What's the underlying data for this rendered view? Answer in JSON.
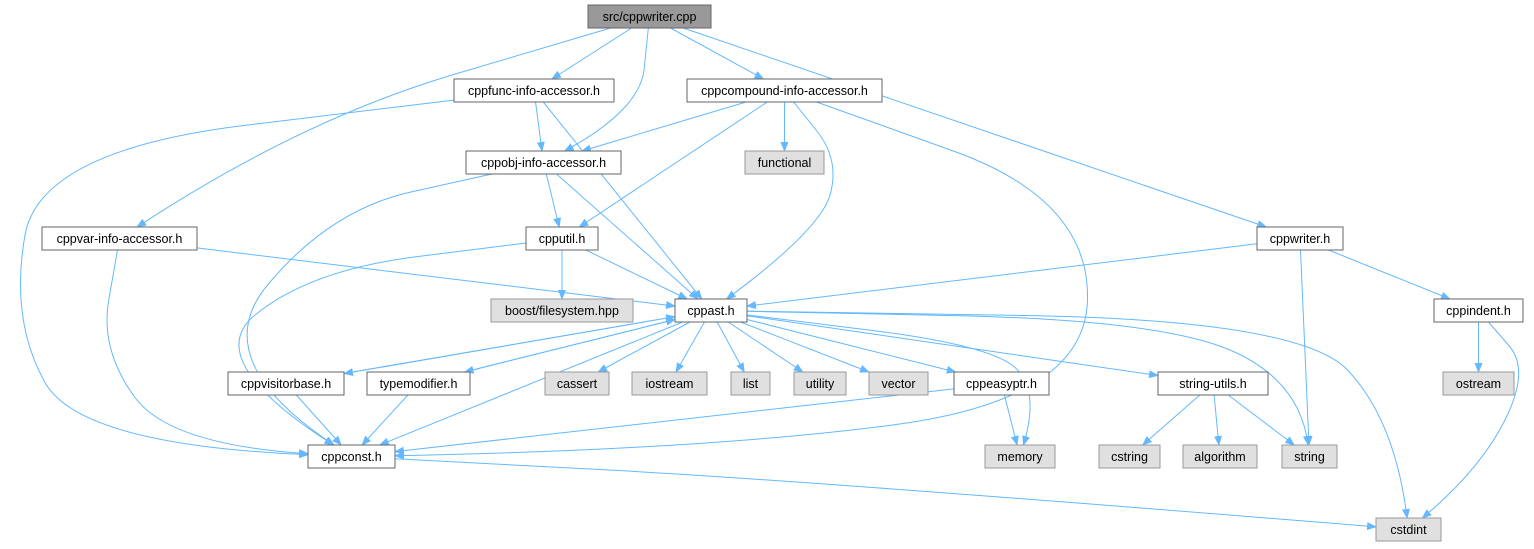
{
  "colors": {
    "root_fill": "#999999",
    "local_fill": "#ffffff",
    "system_fill": "#e0e0e0",
    "local_stroke": "#666666",
    "system_stroke": "#999999",
    "root_stroke": "#666666",
    "edge": "#63b8ff",
    "text": "#000000"
  },
  "nodes": [
    {
      "id": "src_cppwriter_cpp",
      "label": "src/cppwriter.cpp",
      "kind": "root"
    },
    {
      "id": "cppfunc_info_accessor_h",
      "label": "cppfunc-info-accessor.h",
      "kind": "local"
    },
    {
      "id": "cppcompound_info_accessor_h",
      "label": "cppcompound-info-accessor.h",
      "kind": "local"
    },
    {
      "id": "cppobj_info_accessor_h",
      "label": "cppobj-info-accessor.h",
      "kind": "local"
    },
    {
      "id": "functional",
      "label": "functional",
      "kind": "system"
    },
    {
      "id": "cppvar_info_accessor_h",
      "label": "cppvar-info-accessor.h",
      "kind": "local"
    },
    {
      "id": "cpputil_h",
      "label": "cpputil.h",
      "kind": "local"
    },
    {
      "id": "cppwriter_h",
      "label": "cppwriter.h",
      "kind": "local"
    },
    {
      "id": "boost_filesystem_hpp",
      "label": "boost/filesystem.hpp",
      "kind": "system"
    },
    {
      "id": "cppast_h",
      "label": "cppast.h",
      "kind": "local"
    },
    {
      "id": "cppindent_h",
      "label": "cppindent.h",
      "kind": "local"
    },
    {
      "id": "cppvisitorbase_h",
      "label": "cppvisitorbase.h",
      "kind": "local"
    },
    {
      "id": "typemodifier_h",
      "label": "typemodifier.h",
      "kind": "local"
    },
    {
      "id": "cassert",
      "label": "cassert",
      "kind": "system"
    },
    {
      "id": "iostream",
      "label": "iostream",
      "kind": "system"
    },
    {
      "id": "list",
      "label": "list",
      "kind": "system"
    },
    {
      "id": "utility",
      "label": "utility",
      "kind": "system"
    },
    {
      "id": "vector",
      "label": "vector",
      "kind": "system"
    },
    {
      "id": "cppeasyptr_h",
      "label": "cppeasyptr.h",
      "kind": "local"
    },
    {
      "id": "string_utils_h",
      "label": "string-utils.h",
      "kind": "local"
    },
    {
      "id": "ostream",
      "label": "ostream",
      "kind": "system"
    },
    {
      "id": "cppconst_h",
      "label": "cppconst.h",
      "kind": "local"
    },
    {
      "id": "memory",
      "label": "memory",
      "kind": "system"
    },
    {
      "id": "cstring",
      "label": "cstring",
      "kind": "system"
    },
    {
      "id": "algorithm",
      "label": "algorithm",
      "kind": "system"
    },
    {
      "id": "string",
      "label": "string",
      "kind": "system"
    },
    {
      "id": "cstdint",
      "label": "cstdint",
      "kind": "system"
    }
  ],
  "edges": [
    [
      "src_cppwriter_cpp",
      "cppfunc_info_accessor_h"
    ],
    [
      "src_cppwriter_cpp",
      "cppcompound_info_accessor_h"
    ],
    [
      "src_cppwriter_cpp",
      "cppobj_info_accessor_h"
    ],
    [
      "src_cppwriter_cpp",
      "cppvar_info_accessor_h"
    ],
    [
      "src_cppwriter_cpp",
      "cppwriter_h"
    ],
    [
      "cppfunc_info_accessor_h",
      "cppobj_info_accessor_h"
    ],
    [
      "cppfunc_info_accessor_h",
      "cppast_h"
    ],
    [
      "cppfunc_info_accessor_h",
      "cppconst_h"
    ],
    [
      "cppcompound_info_accessor_h",
      "cppobj_info_accessor_h"
    ],
    [
      "cppcompound_info_accessor_h",
      "functional"
    ],
    [
      "cppcompound_info_accessor_h",
      "cpputil_h"
    ],
    [
      "cppcompound_info_accessor_h",
      "cppast_h"
    ],
    [
      "cppcompound_info_accessor_h",
      "cppconst_h"
    ],
    [
      "cppobj_info_accessor_h",
      "cpputil_h"
    ],
    [
      "cppobj_info_accessor_h",
      "cppast_h"
    ],
    [
      "cppobj_info_accessor_h",
      "cppconst_h"
    ],
    [
      "cppvar_info_accessor_h",
      "cppast_h"
    ],
    [
      "cppvar_info_accessor_h",
      "cppconst_h"
    ],
    [
      "cpputil_h",
      "boost_filesystem_hpp"
    ],
    [
      "cpputil_h",
      "cppast_h"
    ],
    [
      "cpputil_h",
      "cppconst_h"
    ],
    [
      "cppwriter_h",
      "cppast_h"
    ],
    [
      "cppwriter_h",
      "cppindent_h"
    ],
    [
      "cppwriter_h",
      "string"
    ],
    [
      "cppindent_h",
      "ostream"
    ],
    [
      "cppindent_h",
      "cstdint"
    ],
    [
      "cppast_h",
      "cppvisitorbase_h"
    ],
    [
      "cppast_h",
      "typemodifier_h"
    ],
    [
      "cppast_h",
      "cassert"
    ],
    [
      "cppast_h",
      "iostream"
    ],
    [
      "cppast_h",
      "list"
    ],
    [
      "cppast_h",
      "utility"
    ],
    [
      "cppast_h",
      "vector"
    ],
    [
      "cppast_h",
      "cppeasyptr_h"
    ],
    [
      "cppast_h",
      "string_utils_h"
    ],
    [
      "cppast_h",
      "memory"
    ],
    [
      "cppast_h",
      "string"
    ],
    [
      "cppast_h",
      "cstdint"
    ],
    [
      "cppast_h",
      "cppconst_h"
    ],
    [
      "cppvisitorbase_h",
      "cppast_h"
    ],
    [
      "cppvisitorbase_h",
      "cppconst_h"
    ],
    [
      "typemodifier_h",
      "cppast_h"
    ],
    [
      "typemodifier_h",
      "cppconst_h"
    ],
    [
      "cppeasyptr_h",
      "memory"
    ],
    [
      "cppeasyptr_h",
      "cppconst_h"
    ],
    [
      "string_utils_h",
      "cstring"
    ],
    [
      "string_utils_h",
      "algorithm"
    ],
    [
      "string_utils_h",
      "string"
    ],
    [
      "cppconst_h",
      "cstdint"
    ]
  ]
}
